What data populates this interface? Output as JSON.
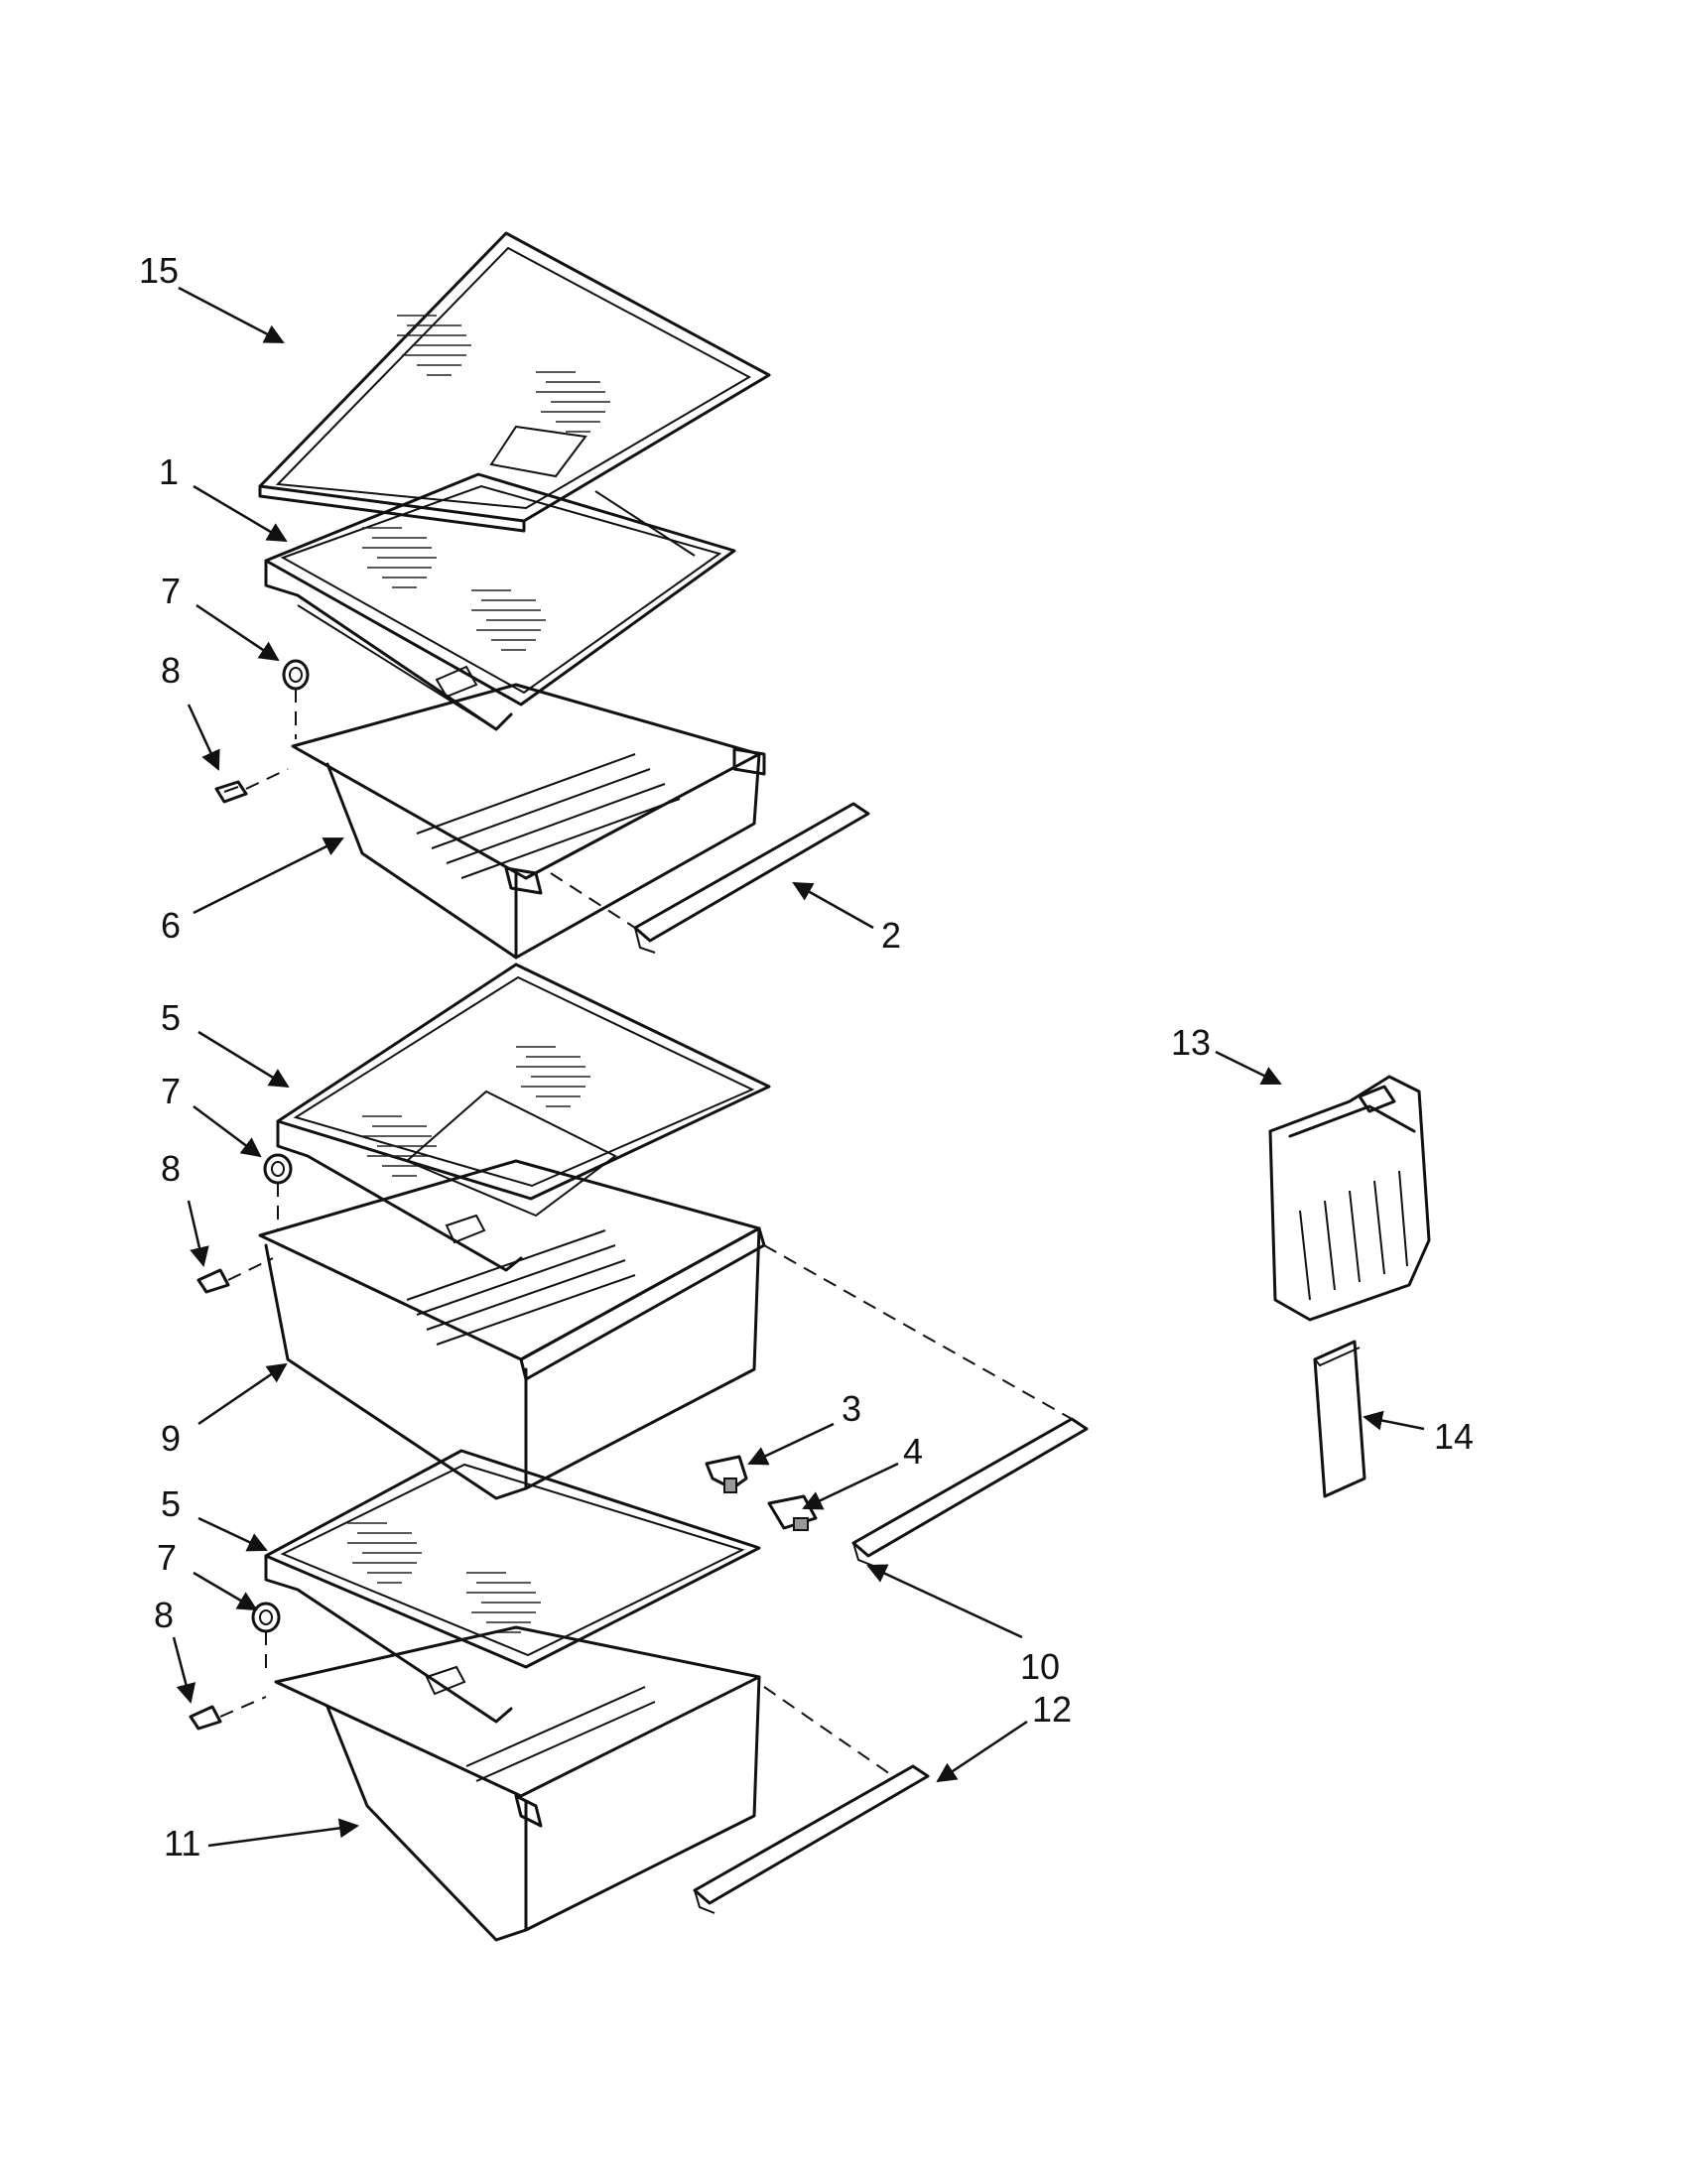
{
  "callouts": {
    "c15": "15",
    "c1": "1",
    "c7a": "7",
    "c8a": "8",
    "c6": "6",
    "c2": "2",
    "c5a": "5",
    "c7b": "7",
    "c8b": "8",
    "c9": "9",
    "c3": "3",
    "c4": "4",
    "c5b": "5",
    "c7c": "7",
    "c8c": "8",
    "c10": "10",
    "c12": "12",
    "c11": "11",
    "c13": "13",
    "c14": "14"
  }
}
